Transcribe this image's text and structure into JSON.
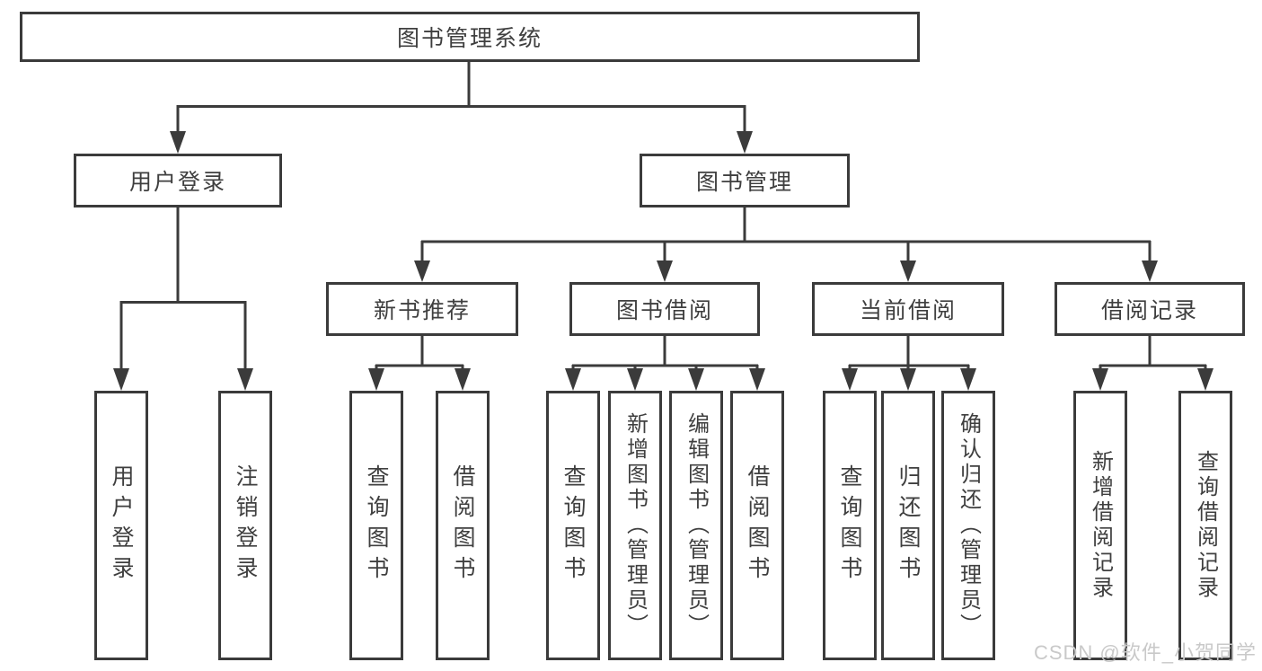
{
  "tree": {
    "label": "图书管理系统",
    "children": [
      {
        "label": "用户登录",
        "children": [
          {
            "label": "用户登录"
          },
          {
            "label": "注销登录"
          }
        ]
      },
      {
        "label": "图书管理",
        "children": [
          {
            "label": "新书推荐",
            "children": [
              {
                "label": "查询图书"
              },
              {
                "label": "借阅图书"
              }
            ]
          },
          {
            "label": "图书借阅",
            "children": [
              {
                "label": "查询图书"
              },
              {
                "label": "新增图书（管理员）"
              },
              {
                "label": "编辑图书（管理员）"
              },
              {
                "label": "借阅图书"
              }
            ]
          },
          {
            "label": "当前借阅",
            "children": [
              {
                "label": "查询图书"
              },
              {
                "label": "归还图书"
              },
              {
                "label": "确认归还（管理员）"
              }
            ]
          },
          {
            "label": "借阅记录",
            "children": [
              {
                "label": "新增借阅记录"
              },
              {
                "label": "查询借阅记录"
              }
            ]
          }
        ]
      }
    ]
  },
  "watermark": {
    "text": "CSDN @软件_小贺同学"
  },
  "colors": {
    "line": "#3b3b3b",
    "box_border": "#3b3b3b",
    "text": "#3f3f3f",
    "watermark": "#c9c9c9"
  }
}
